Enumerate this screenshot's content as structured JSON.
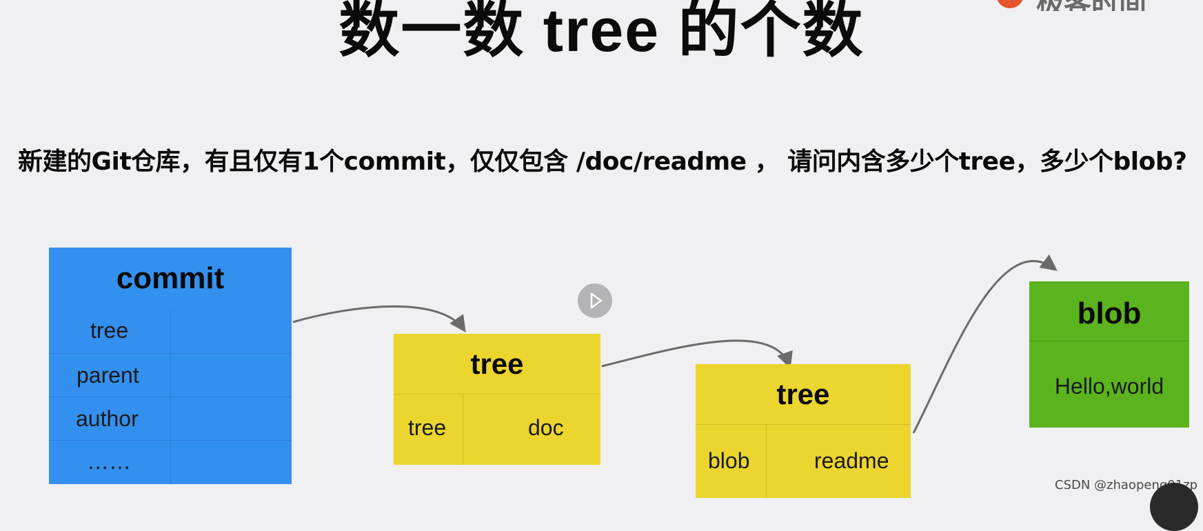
{
  "title": "数一数 tree 的个数",
  "logo": {
    "text": "极客时间"
  },
  "question": "新建的Git仓库，有且仅有1个commit，仅仅包含 /doc/readme ， 请问内含多少个tree，多少个blob?",
  "diagram": {
    "commit": {
      "title": "commit",
      "fields": [
        "tree",
        "parent",
        "author",
        "……"
      ]
    },
    "tree_root": {
      "title": "tree",
      "entries": [
        {
          "type": "tree",
          "name": "doc"
        }
      ]
    },
    "tree_doc": {
      "title": "tree",
      "entries": [
        {
          "type": "blob",
          "name": "readme"
        }
      ]
    },
    "blob": {
      "title": "blob",
      "content": "Hello,world"
    }
  },
  "colors": {
    "commit": "#3490ee",
    "tree": "#ecd52e",
    "blob": "#5bb41e",
    "arrow": "#6b6b6b"
  },
  "video_overlay": {
    "icon": "play-icon"
  },
  "watermark": "CSDN @zhaopeng01zp"
}
